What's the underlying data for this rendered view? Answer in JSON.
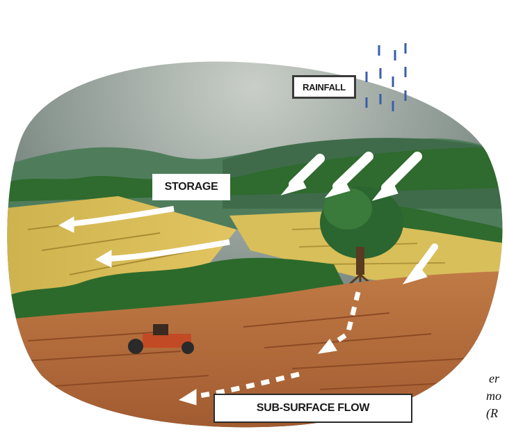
{
  "labels": {
    "rainfall": "RAINFALL",
    "storage": "STORAGE",
    "subsurface_flow": "SUB-SURFACE FLOW"
  },
  "cropped_text": [
    "er",
    "mo",
    "(R"
  ],
  "colors": {
    "sky": "#7f8a8c",
    "far_hill": "#4f7d5c",
    "trees": "#2f6a2e",
    "field_yellow": "#d9b84a",
    "soil": "#b56a3a",
    "arrow": "#ffffff",
    "rain": "#3a5da8"
  }
}
